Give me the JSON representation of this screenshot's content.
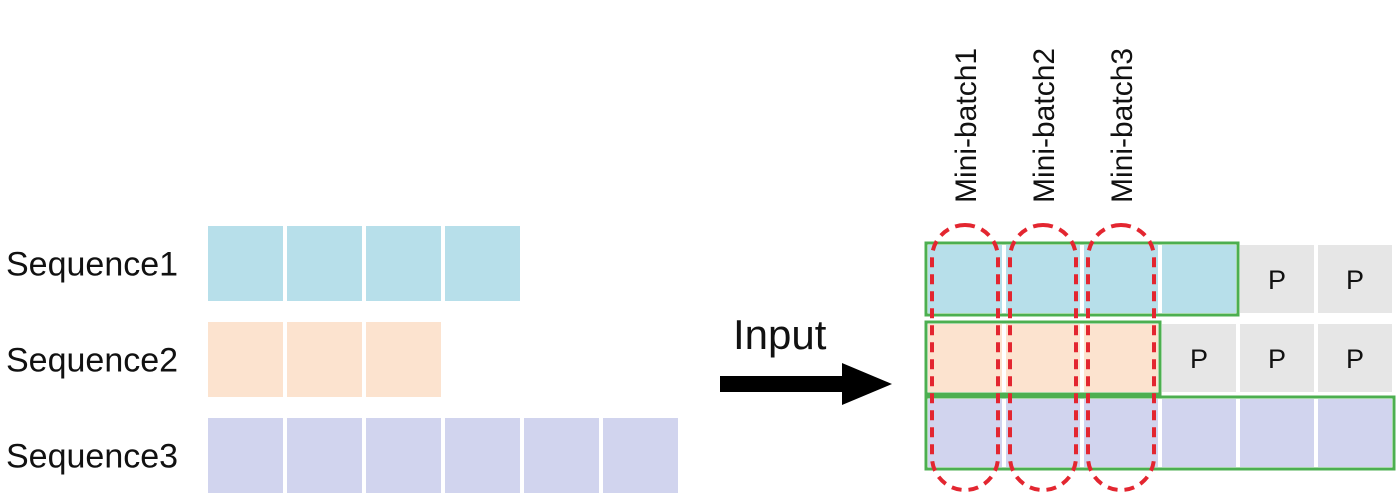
{
  "colors": {
    "sequence1": "#b7dfea",
    "sequence2": "#fce3cf",
    "sequence3": "#d1d4ee",
    "padding": "#e6e6e6",
    "group_border": "#4caf50",
    "minibatch_outline": "#e32630",
    "arrow": "#000000"
  },
  "left": {
    "sequences": [
      {
        "label": "Sequence1",
        "length": 4,
        "color_key": "sequence1"
      },
      {
        "label": "Sequence2",
        "length": 3,
        "color_key": "sequence2"
      },
      {
        "label": "Sequence3",
        "length": 6,
        "color_key": "sequence3"
      }
    ]
  },
  "arrow": {
    "label": "Input"
  },
  "right": {
    "columns": 6,
    "padding_label": "P",
    "minibatches": [
      "Mini-batch1",
      "Mini-batch2",
      "Mini-batch3"
    ],
    "rows": [
      {
        "sequence": "Sequence1",
        "valid": 4,
        "color_key": "sequence1"
      },
      {
        "sequence": "Sequence2",
        "valid": 3,
        "color_key": "sequence2"
      },
      {
        "sequence": "Sequence3",
        "valid": 6,
        "color_key": "sequence3"
      }
    ]
  }
}
